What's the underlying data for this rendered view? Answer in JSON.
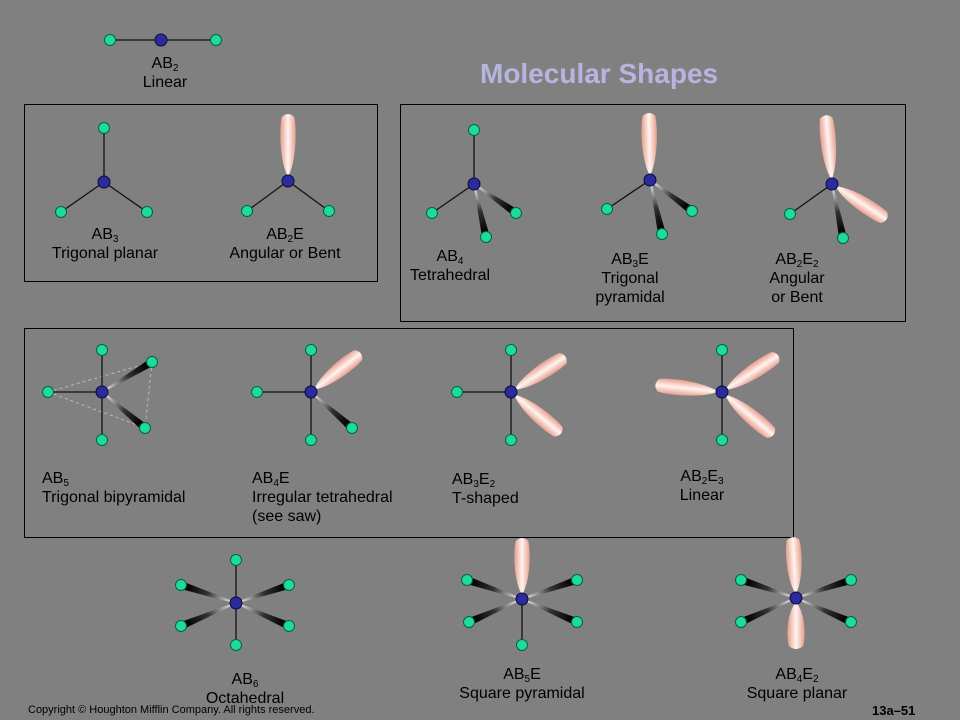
{
  "title": "Molecular Shapes",
  "footer": "Copyright © Houghton Mifflin Company. All rights reserved.",
  "page_number": "13a–51",
  "colors": {
    "background": "#808080",
    "outer_atom": "#1fd9a3",
    "central_atom": "#2b2b9e",
    "lone_pair": "#f0b8a8",
    "title": "#b7b4e0"
  },
  "shapes": [
    {
      "formula": [
        "AB",
        "2",
        ""
      ],
      "name": [
        "Linear"
      ]
    },
    {
      "formula": [
        "AB",
        "3",
        ""
      ],
      "name": [
        "Trigonal planar"
      ]
    },
    {
      "formula": [
        "AB",
        "2",
        "E"
      ],
      "name": [
        "Angular or Bent"
      ]
    },
    {
      "formula": [
        "AB",
        "4",
        ""
      ],
      "name": [
        "Tetrahedral"
      ]
    },
    {
      "formula": [
        "AB",
        "3",
        "E"
      ],
      "name": [
        "Trigonal",
        "pyramidal"
      ]
    },
    {
      "formula": [
        "AB",
        "2",
        "E",
        "2"
      ],
      "name": [
        "Angular",
        "or Bent"
      ]
    },
    {
      "formula": [
        "AB",
        "5",
        ""
      ],
      "name": [
        "Trigonal bipyramidal"
      ]
    },
    {
      "formula": [
        "AB",
        "4",
        "E"
      ],
      "name": [
        "Irregular tetrahedral",
        "(see saw)"
      ]
    },
    {
      "formula": [
        "AB",
        "3",
        "E",
        "2"
      ],
      "name": [
        "T-shaped"
      ]
    },
    {
      "formula": [
        "AB",
        "2",
        "E",
        "3"
      ],
      "name": [
        "Linear"
      ]
    },
    {
      "formula": [
        "AB",
        "6",
        ""
      ],
      "name": [
        "Octahedral"
      ]
    },
    {
      "formula": [
        "AB",
        "5",
        "E"
      ],
      "name": [
        "Square pyramidal"
      ]
    },
    {
      "formula": [
        "AB",
        "4",
        "E",
        "2"
      ],
      "name": [
        "Square planar"
      ]
    }
  ]
}
